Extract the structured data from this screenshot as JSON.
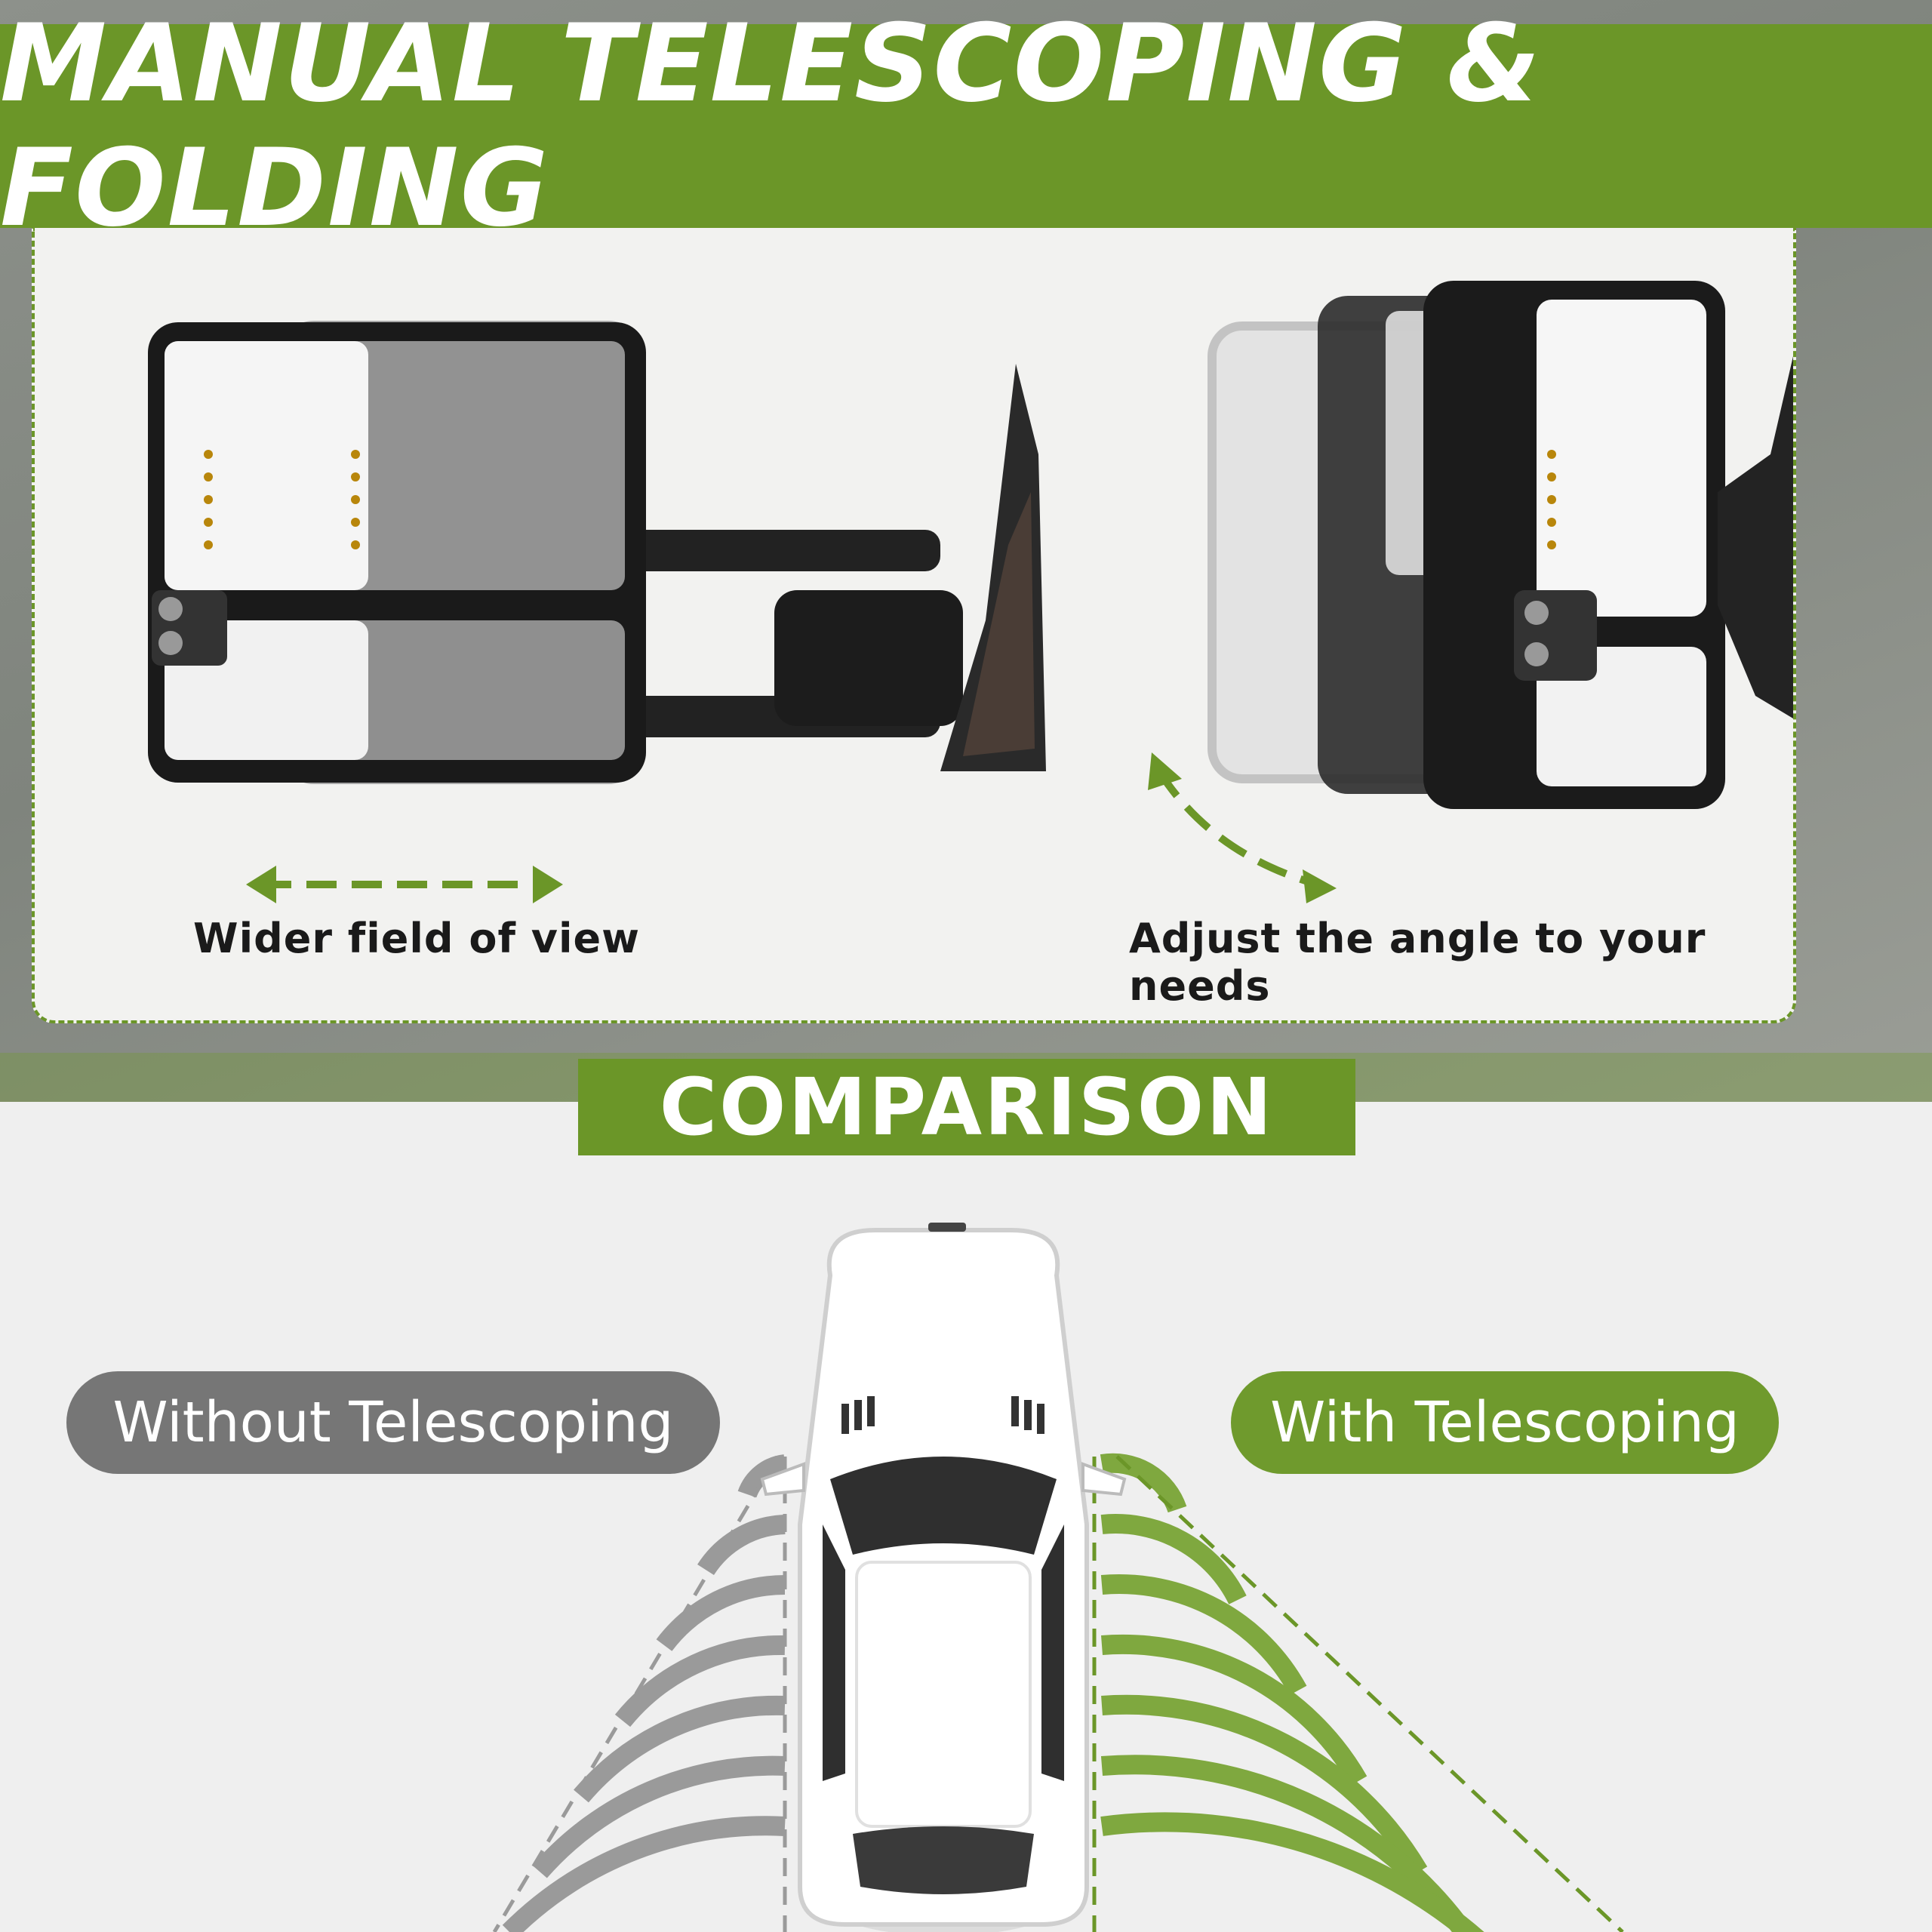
{
  "header": {
    "title": "MANUAL TELESCOPING & FOLDING"
  },
  "features": {
    "left_caption": "Wider field of view",
    "right_caption": "Adjust the angle to your needs"
  },
  "comparison": {
    "title": "COMPARISON",
    "without_label": "Without Telescoping",
    "with_label": "With Telescoping"
  },
  "colors": {
    "brand_green": "#6b9628",
    "gray": "#767676"
  }
}
